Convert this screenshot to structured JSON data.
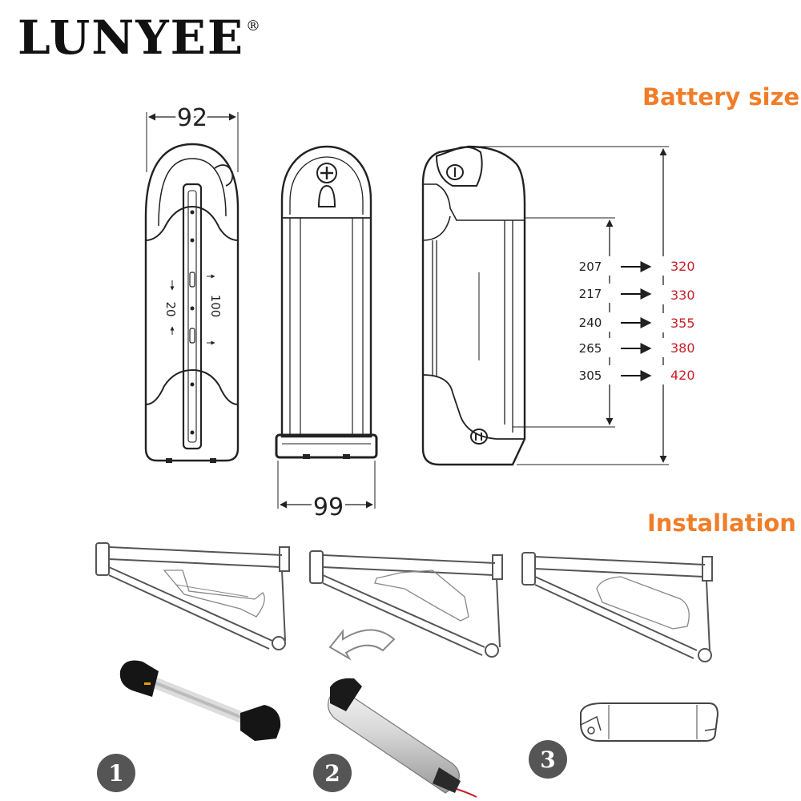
{
  "brand": {
    "name": "LUNYEE",
    "mark": "®"
  },
  "headings": {
    "battery_size": "Battery size",
    "installation": "Installation"
  },
  "dimensions": {
    "width_top": "92",
    "width_bottom": "99",
    "mount_gap": "20",
    "mount_length": "100",
    "size_table": [
      {
        "from": "207",
        "to": "320"
      },
      {
        "from": "217",
        "to": "330"
      },
      {
        "from": "240",
        "to": "355"
      },
      {
        "from": "265",
        "to": "380"
      },
      {
        "from": "305",
        "to": "420"
      }
    ]
  },
  "steps": [
    "1",
    "2",
    "3"
  ],
  "colors": {
    "accent": "#f07d28",
    "red_values": "#c8202a",
    "step_badge": "#555555"
  }
}
